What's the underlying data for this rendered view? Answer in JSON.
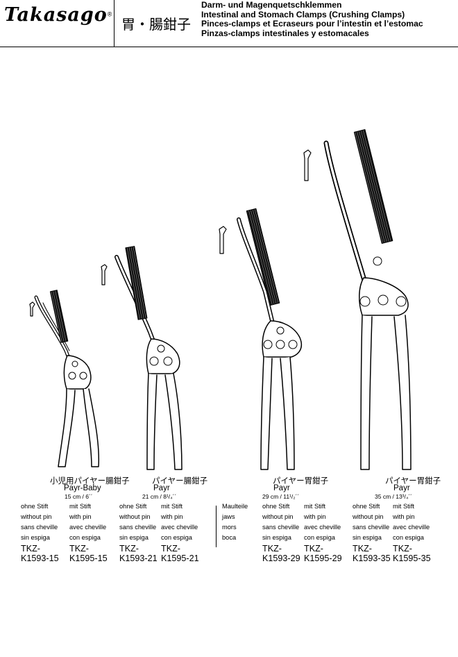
{
  "header": {
    "logo": "Takasago",
    "logo_mark": "®",
    "jp_title": "胃・腸鉗子",
    "titles": [
      "Darm- und Magenquetschklemmen",
      "Intestinal and Stomach Clamps (Crushing Clamps)",
      "Pinces-clamps et Ecraseurs pour l’intestin et l’estomac",
      "Pinzas-clamps intestinales y estomacales"
    ]
  },
  "products": [
    {
      "jp": "小児用パイヤー腸鉗子",
      "name": "Payr-Baby",
      "size": "15 cm / 6´´",
      "without_pin": [
        "ohne Stift",
        "without pin",
        "sans cheville",
        "sin espiga"
      ],
      "with_pin": [
        "mit Stift",
        "with pin",
        "avec cheville",
        "con espiga"
      ],
      "codes": [
        "TKZ-",
        "K1593-15",
        "TKZ-",
        "K1595-15"
      ]
    },
    {
      "jp": "パイヤー腸鉗子",
      "name": "Payr",
      "size": "21 cm / 8¹/₄´´",
      "without_pin": [
        "ohne Stift",
        "without pin",
        "sans cheville",
        "sin espiga"
      ],
      "with_pin": [
        "mit Stift",
        "with pin",
        "avec cheville",
        "con espiga"
      ],
      "codes": [
        "TKZ-",
        "K1593-21",
        "TKZ-",
        "K1595-21"
      ]
    },
    {
      "jp": "パイヤー胃鉗子",
      "name": "Payr",
      "size": "29 cm / 11¹/₂´´",
      "without_pin": [
        "ohne Stift",
        "without pin",
        "sans cheville",
        "sin espiga"
      ],
      "with_pin": [
        "mit Stift",
        "with pin",
        "avec cheville",
        "con espiga"
      ],
      "codes": [
        "TKZ-",
        "K1593-29",
        "TKZ-",
        "K1595-29"
      ]
    },
    {
      "jp": "パイヤー胃鉗子",
      "name": "Payr",
      "size": "35 cm / 13³/₄´´",
      "without_pin": [
        "ohne Stift",
        "without pin",
        "sans cheville",
        "sin espiga"
      ],
      "with_pin": [
        "mit Stift",
        "with pin",
        "avec cheville",
        "con espiga"
      ],
      "codes": [
        "TKZ-",
        "K1593-35",
        "TKZ-",
        "K1595-35"
      ]
    }
  ],
  "maulteile": [
    "Maulteile",
    "jaws",
    "mors",
    "boca"
  ]
}
